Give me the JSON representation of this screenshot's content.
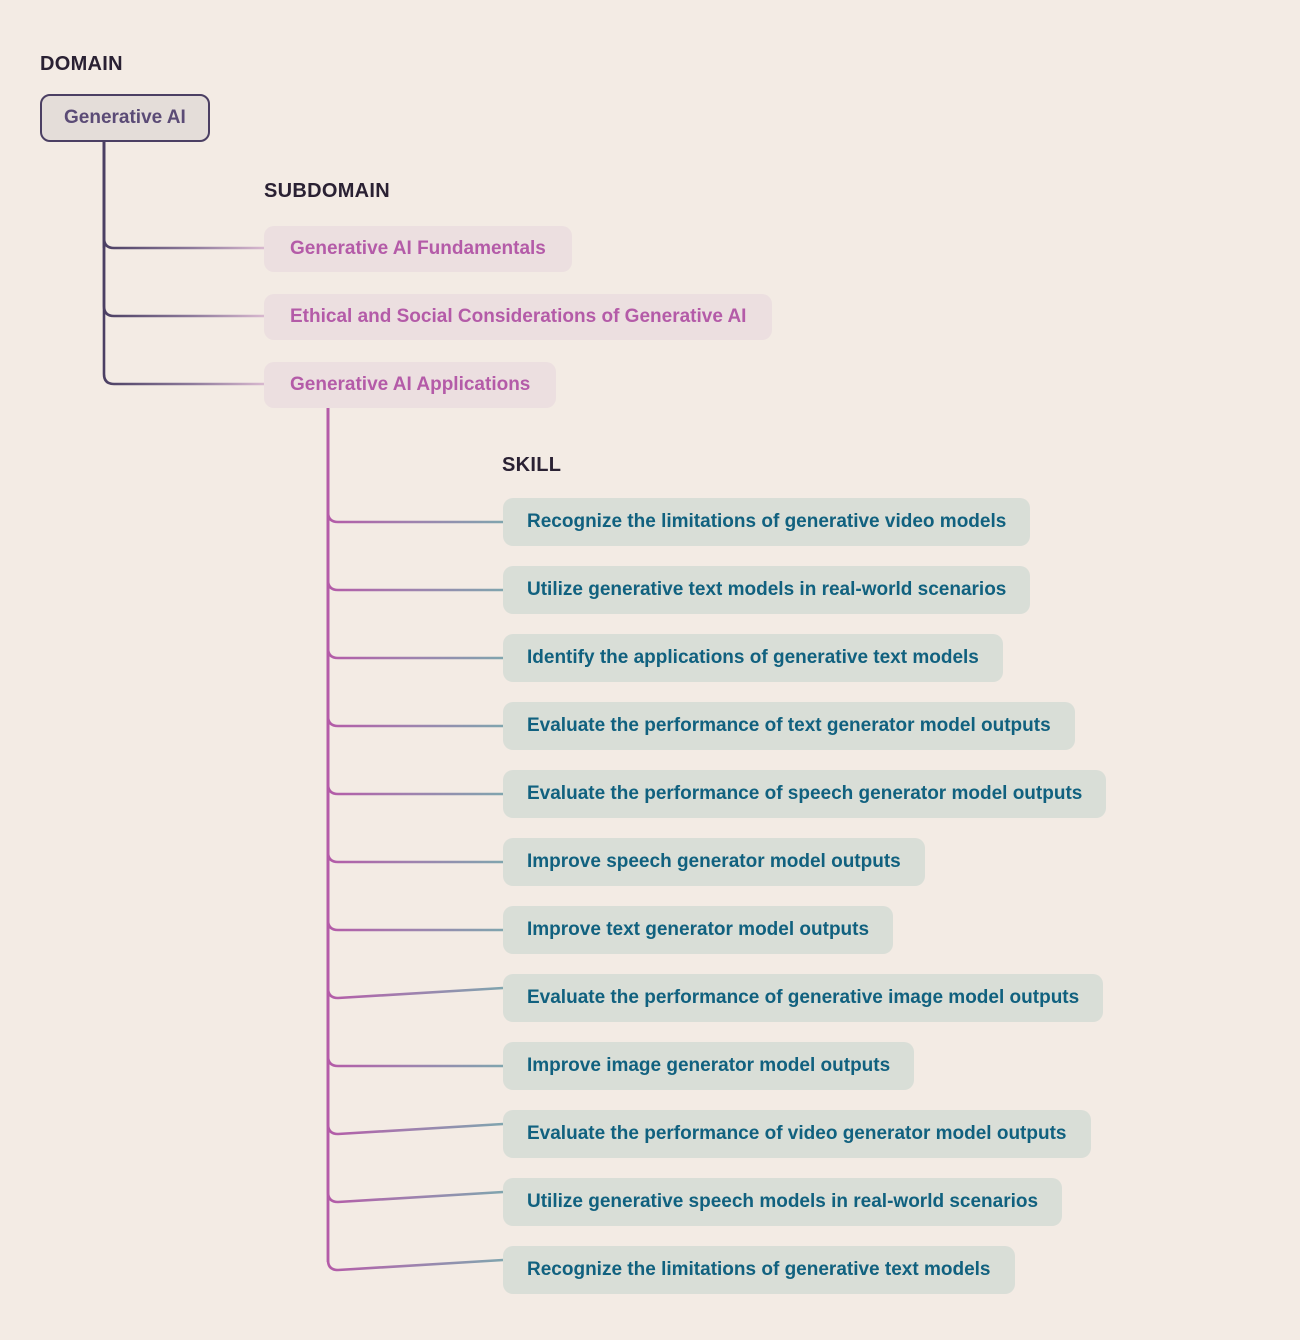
{
  "palette": {
    "background": "#f3ebe4",
    "header_text": "#2a2133",
    "domain_fill": "#e4ddd9",
    "domain_border": "#4b3f63",
    "domain_text": "#5b4b76",
    "subdomain_fill": "#ecdfe0",
    "subdomain_text": "#b45ba8",
    "skill_fill": "#d9ded7",
    "skill_text": "#11617f",
    "wire_domain": "#4b3f63",
    "wire_pink": "#b45ba8",
    "wire_teal": "#7fa5ae"
  },
  "columns": {
    "domain_header": "DOMAIN",
    "subdomain_header": "SUBDOMAIN",
    "skill_header": "SKILL"
  },
  "domain": {
    "label": "Generative AI"
  },
  "subdomains": [
    {
      "label": "Generative AI Fundamentals"
    },
    {
      "label": "Ethical and Social Considerations of Generative AI"
    },
    {
      "label": "Generative AI Applications"
    }
  ],
  "skills": [
    {
      "label": "Recognize the limitations of generative video models"
    },
    {
      "label": "Utilize generative text models in real-world scenarios"
    },
    {
      "label": "Identify the applications of generative text models"
    },
    {
      "label": "Evaluate the performance of text generator model outputs"
    },
    {
      "label": "Evaluate the performance of speech generator model outputs"
    },
    {
      "label": "Improve speech generator model outputs"
    },
    {
      "label": "Improve text generator model outputs"
    },
    {
      "label": "Evaluate the performance of generative image model outputs"
    },
    {
      "label": "Improve image generator model outputs"
    },
    {
      "label": "Evaluate the performance of video generator model outputs"
    },
    {
      "label": "Utilize generative speech models in real-world scenarios"
    },
    {
      "label": "Recognize the limitations of generative text models"
    }
  ]
}
